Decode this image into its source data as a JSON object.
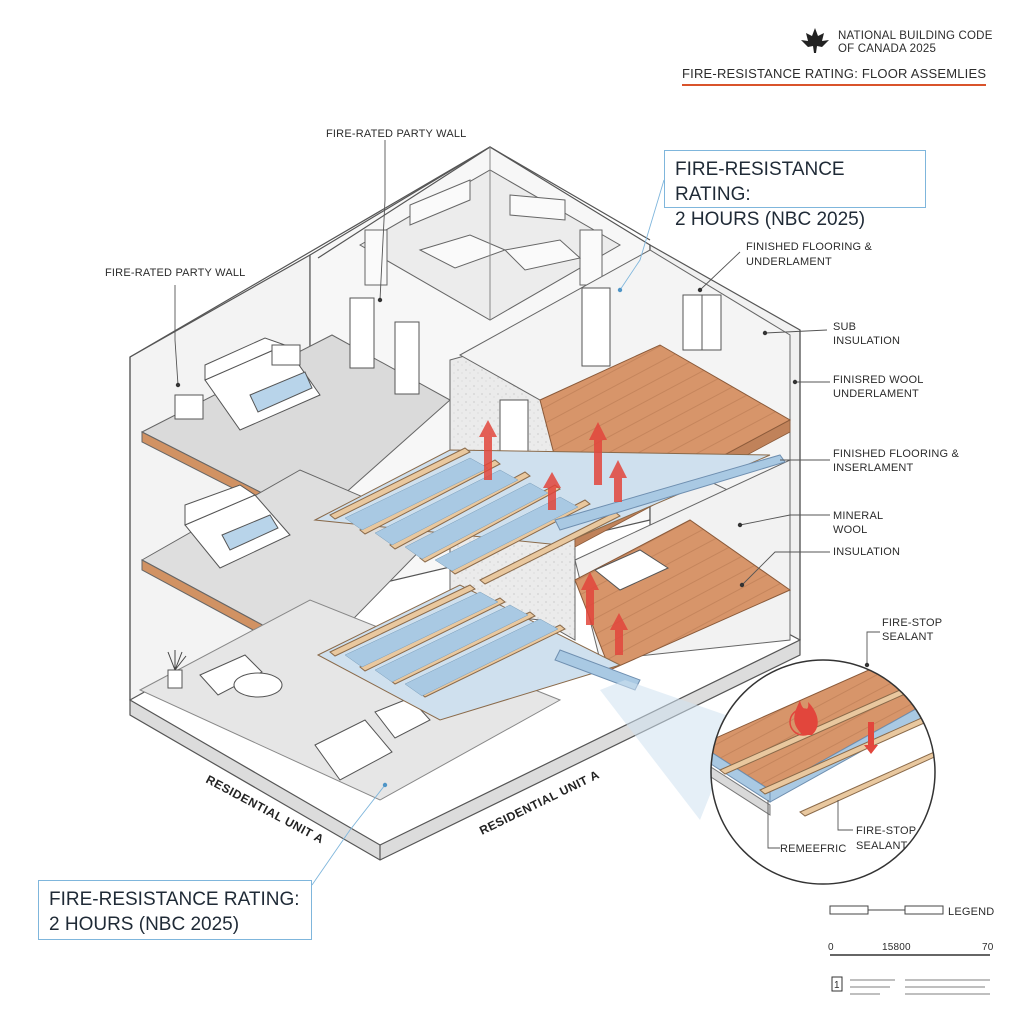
{
  "header": {
    "org_line1": "NATIONAL BUILDING CODE",
    "org_line2": "OF CANADA 2025",
    "subtitle": "FIRE-RESISTANCE RATING: FLOOR ASSEMLIES",
    "accent_color": "#d9532b",
    "icon": "maple-leaf-icon"
  },
  "callouts": {
    "top_line1": "FIRE-RESISTANCE RATING:",
    "top_line2": "2 HOURS (NBC 2025)",
    "bottom_line1": "FIRE-RESISTANCE RATING:",
    "bottom_line2": "2 HOURS (NBC 2025)",
    "border_color": "#7fb6dc"
  },
  "labels": {
    "party_wall_top": "FIRE-RATED PARTY WALL",
    "party_wall_left": "FIRE-RATED PARTY WALL",
    "finished_flooring_1a": "FINISHED FLOORING &",
    "finished_flooring_1b": "UNDERLAMENT",
    "sub_insulation_a": "SUB",
    "sub_insulation_b": "INSULATION",
    "finisred_wool_a": "FINISRED WOOL",
    "finisred_wool_b": "UNDERLAMENT",
    "finished_flooring_2a": "FINISHED FLOORING &",
    "finished_flooring_2b": "INSERLAMENT",
    "mineral_wool_a": "MINERAL",
    "mineral_wool_b": "WOOL",
    "insulation": "INSULATION",
    "fire_stop_top_a": "FIRE-STOP",
    "fire_stop_top_b": "SEALANT",
    "fire_stop_bottom_a": "FIRE-STOP",
    "fire_stop_bottom_b": "SEALANT",
    "remeefric": "REMEEFRIC",
    "unit_left": "RESIDENTIAL UNIT A",
    "unit_right": "RESIDENTIAL UNIT A"
  },
  "legend": {
    "label": "LEGEND",
    "scale_start": "0",
    "scale_mid": "15800",
    "scale_end": "70",
    "note_box": "1"
  },
  "colors": {
    "wood_floor": "#d7956a",
    "insulation": "#a9c9e3",
    "fire_arrow": "#e2463c",
    "concrete": "#e3e3e3",
    "line": "#555555"
  }
}
